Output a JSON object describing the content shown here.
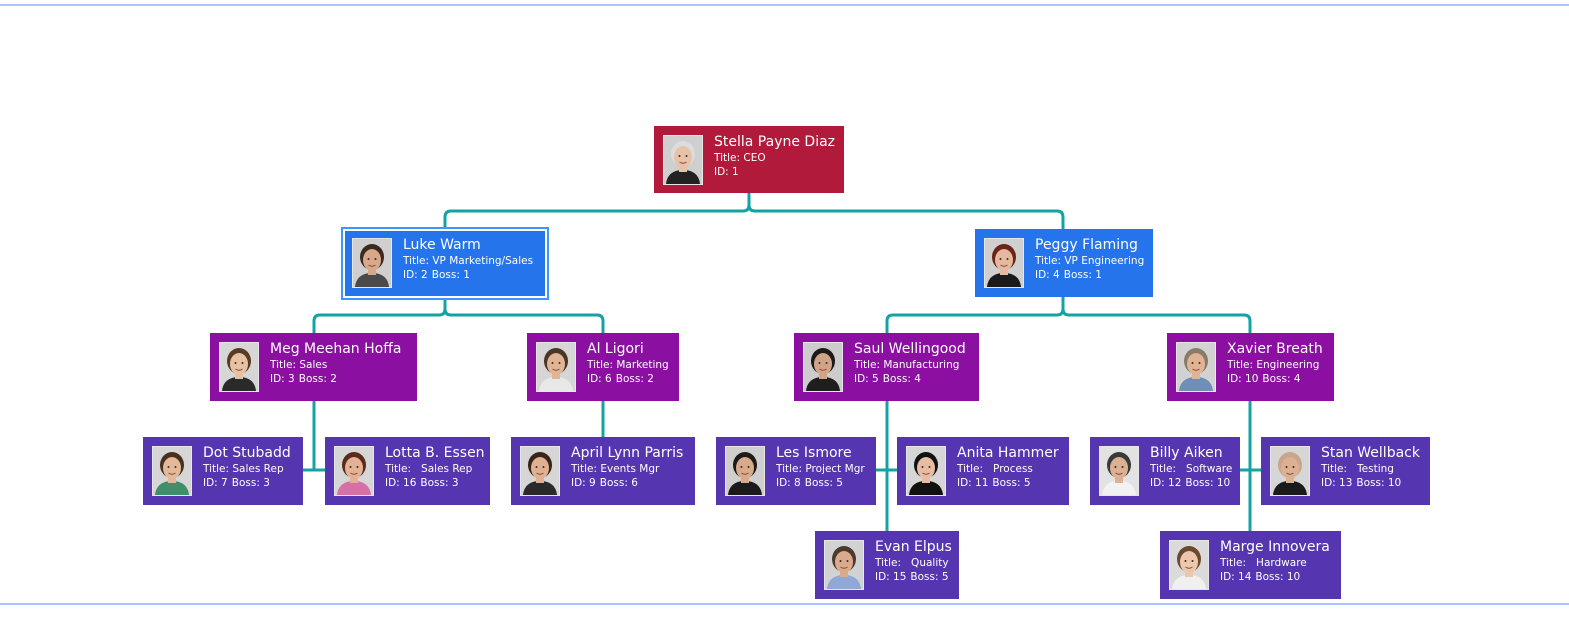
{
  "colors": {
    "ceo": "#b11a3b",
    "vp": "#2574eb",
    "manager": "#8b0fa1",
    "staff": "#5535b0",
    "link": "#14a3a3",
    "frame": "#a9c4ff"
  },
  "nodes": [
    {
      "key": "1",
      "name": "Stella Payne Diaz",
      "title_label": "Title: CEO",
      "id_label": "ID: 1",
      "boss_label": "",
      "level": "ceo",
      "photo": {
        "hair": "#dcdcdc",
        "skin": "#e8c2a8",
        "shirt": "#222222",
        "bg": "#cfcfcf"
      }
    },
    {
      "key": "2",
      "name": "Luke Warm",
      "title_label": "Title: VP Marketing/Sales",
      "id_label": "ID: 2",
      "boss_label": "Boss: 1",
      "level": "vp",
      "selected": true,
      "photo": {
        "hair": "#3b2a20",
        "skin": "#d7a98a",
        "shirt": "#4a4a4a",
        "bg": "#cfcfcf"
      }
    },
    {
      "key": "4",
      "name": "Peggy Flaming",
      "title_label": "Title: VP Engineering",
      "id_label": "ID: 4",
      "boss_label": "Boss: 1",
      "level": "vp",
      "photo": {
        "hair": "#6a2418",
        "skin": "#e6b8a0",
        "shirt": "#1a1a1a",
        "bg": "#d0d0d0"
      }
    },
    {
      "key": "3",
      "name": "Meg Meehan Hoffa",
      "title_label": "Title: Sales",
      "id_label": "ID: 3",
      "boss_label": "Boss: 2",
      "level": "manager",
      "photo": {
        "hair": "#5a3a22",
        "skin": "#e7c1a4",
        "shirt": "#2a2a2a",
        "bg": "#d6d6d6"
      }
    },
    {
      "key": "6",
      "name": "Al Ligori",
      "title_label": "Title: Marketing",
      "id_label": "ID: 6",
      "boss_label": "Boss: 2",
      "level": "manager",
      "photo": {
        "hair": "#4a3526",
        "skin": "#dfb596",
        "shirt": "#e8e8e8",
        "bg": "#d6d6d6"
      }
    },
    {
      "key": "5",
      "name": "Saul Wellingood",
      "title_label": "Title: Manufacturing",
      "id_label": "ID: 5",
      "boss_label": "Boss: 4",
      "level": "manager",
      "photo": {
        "hair": "#1e1a18",
        "skin": "#d2a487",
        "shirt": "#1e1e1e",
        "bg": "#cccccc"
      }
    },
    {
      "key": "10",
      "name": "Xavier Breath",
      "title_label": "Title:   Engineering",
      "id_label": "ID: 10",
      "boss_label": "Boss: 4",
      "level": "manager",
      "photo": {
        "hair": "#8a7a6a",
        "skin": "#e0b394",
        "shirt": "#6e8fb8",
        "bg": "#d2d2d2"
      }
    },
    {
      "key": "7",
      "name": "Dot Stubadd",
      "title_label": "Title: Sales Rep",
      "id_label": "ID: 7",
      "boss_label": "Boss: 3",
      "level": "staff",
      "photo": {
        "hair": "#4a3020",
        "skin": "#e3b99b",
        "shirt": "#3f8f6a",
        "bg": "#d6d6d6"
      }
    },
    {
      "key": "16",
      "name": "Lotta B. Essen",
      "title_label": "Title:   Sales Rep",
      "id_label": "ID: 16",
      "boss_label": "Boss: 3",
      "level": "staff",
      "photo": {
        "hair": "#5a2a1a",
        "skin": "#e2b196",
        "shirt": "#d870a8",
        "bg": "#d6d6d6"
      }
    },
    {
      "key": "9",
      "name": "April Lynn Parris",
      "title_label": "Title: Events Mgr",
      "id_label": "ID: 9",
      "boss_label": "Boss: 6",
      "level": "staff",
      "photo": {
        "hair": "#3a2418",
        "skin": "#e0b093",
        "shirt": "#2a2a2a",
        "bg": "#d6d6d6"
      }
    },
    {
      "key": "8",
      "name": "Les Ismore",
      "title_label": "Title: Project Mgr",
      "id_label": "ID: 8",
      "boss_label": "Boss: 5",
      "level": "staff",
      "photo": {
        "hair": "#1e1a18",
        "skin": "#d8a98b",
        "shirt": "#1a1a1a",
        "bg": "#cfcfcf"
      }
    },
    {
      "key": "11",
      "name": "Anita Hammer",
      "title_label": "Title:   Process",
      "id_label": "ID: 11",
      "boss_label": "Boss: 5",
      "level": "staff",
      "photo": {
        "hair": "#111111",
        "skin": "#e6bca2",
        "shirt": "#111111",
        "bg": "#d6d6d6"
      }
    },
    {
      "key": "12",
      "name": "Billy Aiken",
      "title_label": "Title:   Software",
      "id_label": "ID: 12",
      "boss_label": "Boss: 10",
      "level": "staff",
      "photo": {
        "hair": "#3a3a3a",
        "skin": "#dcb092",
        "shirt": "#f2f2f2",
        "bg": "#e2e2e2"
      }
    },
    {
      "key": "13",
      "name": "Stan Wellback",
      "title_label": "Title:   Testing",
      "id_label": "ID: 13",
      "boss_label": "Boss: 10",
      "level": "staff",
      "photo": {
        "hair": "#c9a58a",
        "skin": "#dcb092",
        "shirt": "#1a1a1a",
        "bg": "#d6d6d6"
      }
    },
    {
      "key": "15",
      "name": "Evan Elpus",
      "title_label": "Title:   Quality",
      "id_label": "ID: 15",
      "boss_label": "Boss: 5",
      "level": "staff",
      "photo": {
        "hair": "#4a3a2e",
        "skin": "#d9ab8c",
        "shirt": "#8fa8d8",
        "bg": "#d2d2d2"
      }
    },
    {
      "key": "14",
      "name": "Marge Innovera",
      "title_label": "Title:   Hardware",
      "id_label": "ID: 14",
      "boss_label": "Boss: 10",
      "level": "staff",
      "photo": {
        "hair": "#6a4a30",
        "skin": "#ecc6ad",
        "shirt": "#f0f0f0",
        "bg": "#dadada"
      }
    }
  ]
}
